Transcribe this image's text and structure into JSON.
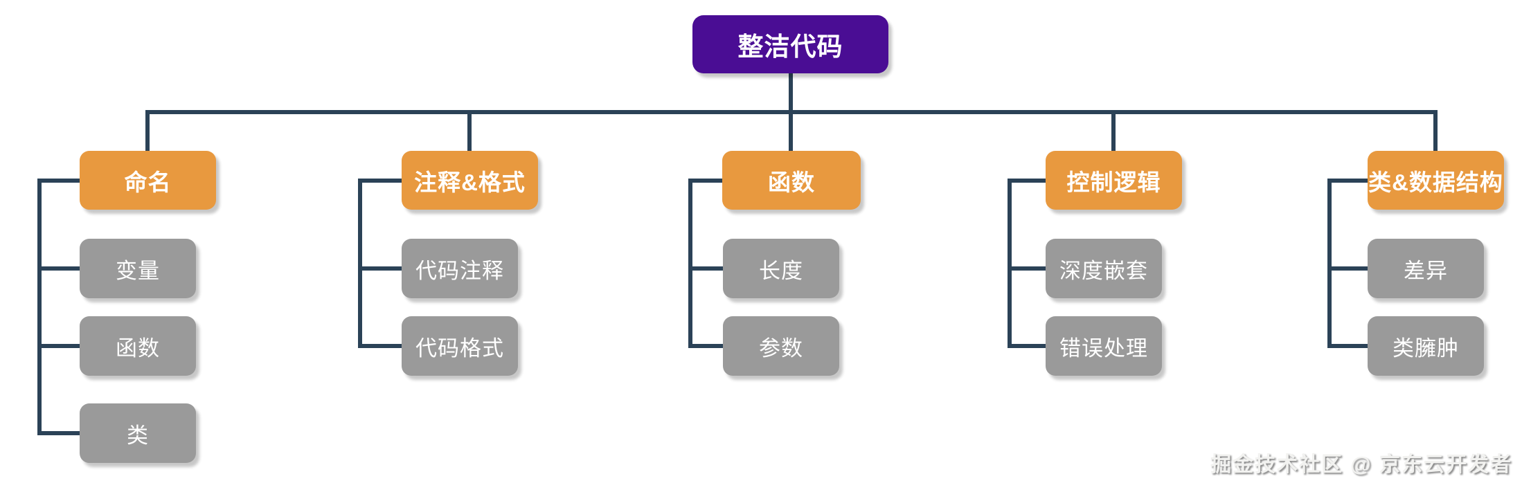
{
  "diagram_title": "整洁代码",
  "root": {
    "label": "整洁代码"
  },
  "branches": [
    {
      "label": "命名",
      "children": [
        {
          "label": "变量"
        },
        {
          "label": "函数"
        },
        {
          "label": "类"
        }
      ]
    },
    {
      "label": "注释&格式",
      "children": [
        {
          "label": "代码注释"
        },
        {
          "label": "代码格式"
        }
      ]
    },
    {
      "label": "函数",
      "children": [
        {
          "label": "长度"
        },
        {
          "label": "参数"
        }
      ]
    },
    {
      "label": "控制逻辑",
      "children": [
        {
          "label": "深度嵌套"
        },
        {
          "label": "错误处理"
        }
      ]
    },
    {
      "label": "类&数据结构",
      "children": [
        {
          "label": "差异"
        },
        {
          "label": "类臃肿"
        }
      ]
    }
  ],
  "watermark": "掘金技术社区 @ 京东云开发者",
  "colors": {
    "root_bg": "#4A0D94",
    "branch_bg": "#E8993F",
    "child_bg": "#9A9A9A",
    "line": "#2B4257",
    "node_text": "#FFFFFF"
  }
}
